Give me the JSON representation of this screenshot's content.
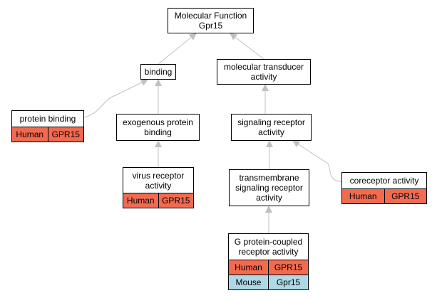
{
  "colors": {
    "edge": "#c0c0c0",
    "human": "#f26a4f",
    "mouse": "#add8e6"
  },
  "nodes": {
    "root": {
      "line1": "Molecular Function",
      "line2": "Gpr15"
    },
    "binding": {
      "label": "binding"
    },
    "transducer": {
      "line1": "molecular transducer",
      "line2": "activity"
    },
    "protein_binding": {
      "label": "protein binding",
      "annotations": [
        {
          "species": "Human",
          "gene": "GPR15"
        }
      ]
    },
    "exogenous": {
      "line1": "exogenous protein",
      "line2": "binding"
    },
    "signaling": {
      "line1": "signaling receptor",
      "line2": "activity"
    },
    "virus": {
      "line1": "virus receptor",
      "line2": "activity",
      "annotations": [
        {
          "species": "Human",
          "gene": "GPR15"
        }
      ]
    },
    "transmembrane": {
      "line1": "transmembrane",
      "line2": "signaling receptor",
      "line3": "activity"
    },
    "coreceptor": {
      "label": "coreceptor activity",
      "annotations": [
        {
          "species": "Human",
          "gene": "GPR15"
        }
      ]
    },
    "gpcr": {
      "line1": "G protein-coupled",
      "line2": "receptor activity",
      "annotations": [
        {
          "species": "Human",
          "gene": "GPR15"
        },
        {
          "species": "Mouse",
          "gene": "Gpr15"
        }
      ]
    }
  }
}
